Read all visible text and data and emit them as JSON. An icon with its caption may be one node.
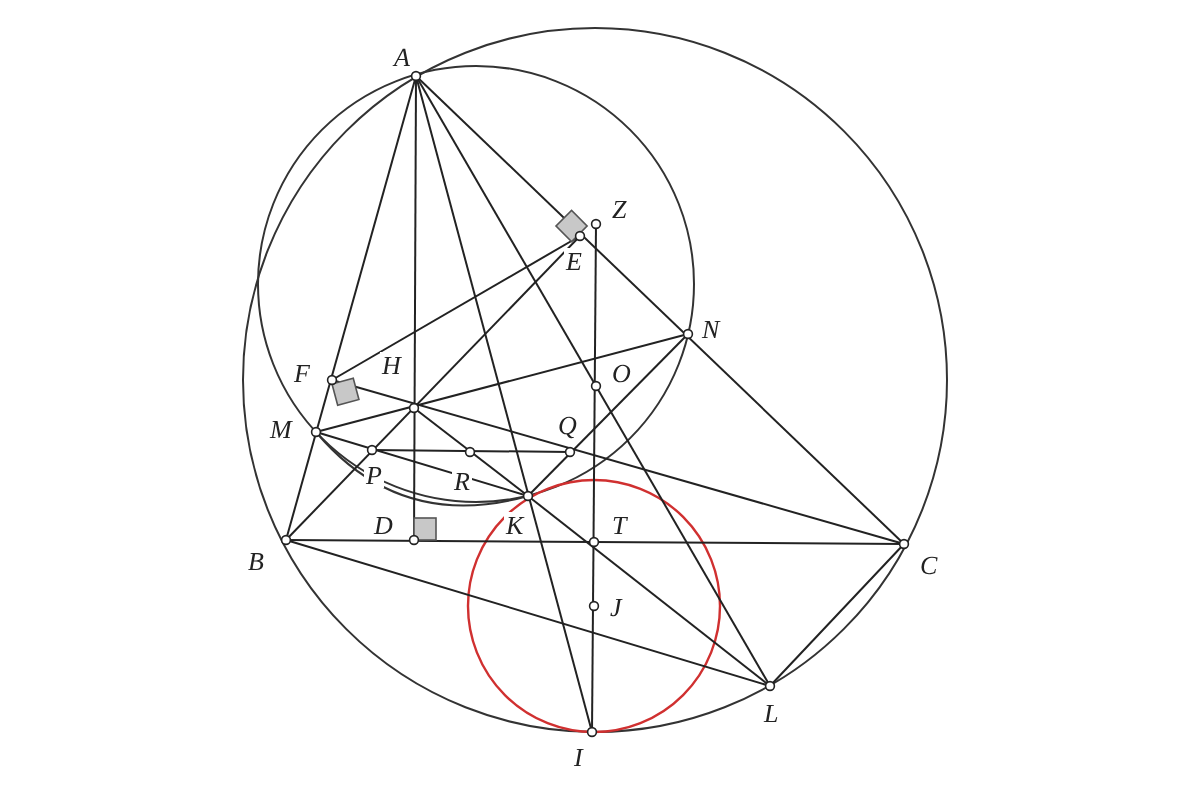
{
  "diagram": {
    "labels": [
      "A",
      "Z",
      "E",
      "N",
      "F",
      "H",
      "O",
      "M",
      "Q",
      "P",
      "R",
      "D",
      "K",
      "T",
      "B",
      "C",
      "J",
      "I",
      "L"
    ]
  }
}
